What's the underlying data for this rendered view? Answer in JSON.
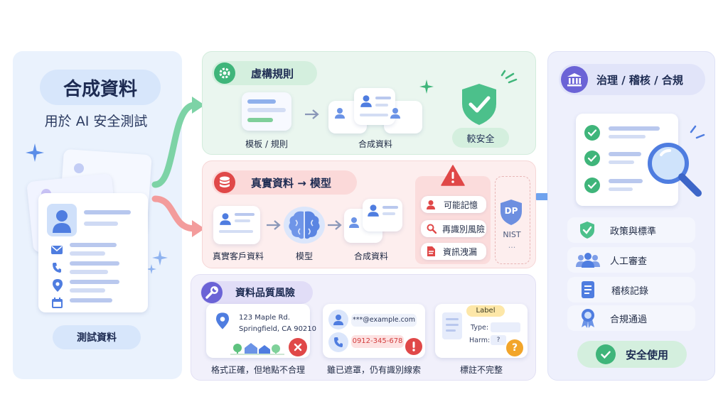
{
  "left": {
    "title": "合成資料",
    "subtitle": "用於 AI 安全測試",
    "badge": "測試資料"
  },
  "virtual": {
    "title": "虛構規則",
    "template_label": "模板 / 規則",
    "synthetic_label": "合成資料",
    "safe_label": "較安全"
  },
  "real": {
    "title": "真實資料 → 模型",
    "customer_label": "真實客戶資料",
    "model_label": "模型",
    "synthetic_label": "合成資料",
    "risks": [
      "可能記憶",
      "再識別風險",
      "資訊洩漏"
    ],
    "dp_badge": "DP",
    "nist_label": "NIST",
    "ellipsis": "···"
  },
  "quality": {
    "title": "資料品質風險",
    "address_line1": "123 Maple Rd.",
    "address_line2": "Springfield, CA 90210",
    "address_caption": "格式正確，但地點不合理",
    "email_masked": "***@example.com",
    "phone": "0912-345-678",
    "masked_caption": "雖已遮罩，仍有識別線索",
    "label_tag": "Label",
    "type_label": "Type:",
    "harm_label": "Harm:",
    "harm_value": "?",
    "label_caption": "標註不完整"
  },
  "governance": {
    "title": "治理 / 稽核 / 合規",
    "items": [
      "政策與標準",
      "人工審查",
      "稽核記錄",
      "合規通過"
    ],
    "final": "安全使用"
  },
  "colors": {
    "blue": "#4f7de0",
    "green": "#3fb57a",
    "red": "#e04848",
    "purple": "#6b63d6",
    "orange": "#f2a52a"
  }
}
